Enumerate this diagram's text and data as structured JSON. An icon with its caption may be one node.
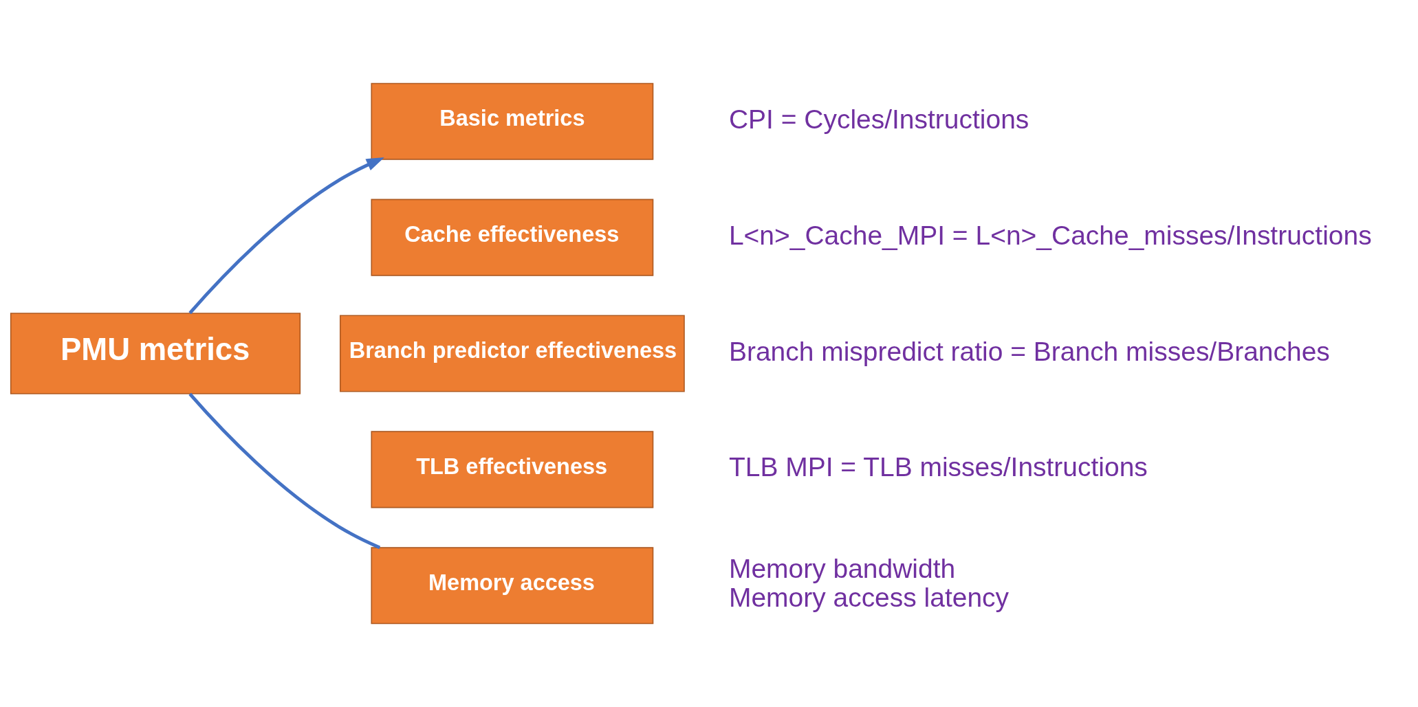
{
  "diagram": {
    "nodes": [
      {
        "text": [
          "PMU metrics"
        ]
      },
      {
        "text": [
          "Basic metrics"
        ],
        "beside": [
          "CPI = Cycles/Instructions"
        ]
      },
      {
        "text": [
          "Cache effectiveness"
        ],
        "beside": [
          "L<n>_Cache_MPI = L<n>_Cache_misses/Instructions"
        ]
      },
      {
        "text": [
          "Branch predictor effectiveness"
        ],
        "beside": [
          "Branch mispredict ratio = Branch misses/Branches"
        ]
      },
      {
        "text": [
          "TLB effectiveness"
        ],
        "beside": [
          "TLB MPI = TLB misses/Instructions"
        ]
      },
      {
        "text": [
          "Memory access"
        ],
        "beside": [
          "Memory bandwidth",
          "Memory access latency"
        ]
      }
    ],
    "edges": [
      {
        "from": 0,
        "to": 1,
        "arrow": "to"
      },
      {
        "from": 0,
        "to": 5,
        "arrow": "none"
      }
    ]
  }
}
